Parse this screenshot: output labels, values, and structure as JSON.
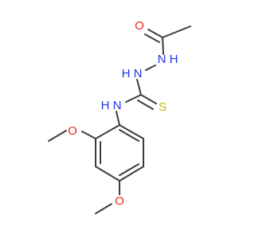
{
  "diagram": {
    "type": "skeletal-structure",
    "colors": {
      "bond": "#3c3c3c",
      "carbon": "#3c3c3c",
      "oxygen": "#e8281f",
      "nitrogen": "#1f33e8",
      "sulfur": "#c8b400"
    },
    "atoms": {
      "carbonyl_oxygen": {
        "label": "O",
        "element": "oxygen"
      },
      "hydrazide_nh": {
        "label": "N",
        "h_label": "H",
        "element": "nitrogen"
      },
      "hydrazine_nh": {
        "label": "N",
        "h_label": "H",
        "element": "nitrogen"
      },
      "thione_sulfur": {
        "label": "S",
        "element": "sulfur"
      },
      "amine_nh": {
        "label": "N",
        "h_label": "H",
        "element": "nitrogen"
      },
      "methoxy_oxygen_ortho": {
        "label": "O",
        "element": "oxygen"
      },
      "methoxy_oxygen_para": {
        "label": "O",
        "element": "oxygen"
      }
    }
  }
}
